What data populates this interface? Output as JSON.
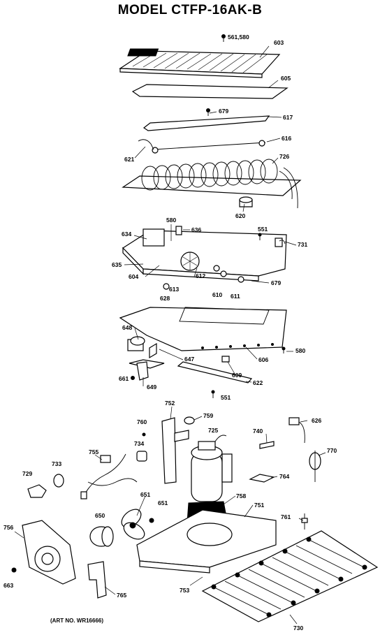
{
  "title": "MODEL CTFP-16AK-B",
  "art_no": "(ART NO. WR16666)",
  "part_labels": {
    "p561_580": "561,580",
    "p603": "603",
    "p605": "605",
    "p679a": "679",
    "p617": "617",
    "p616": "616",
    "p621": "621",
    "p726": "726",
    "p620": "620",
    "p634": "634",
    "p580a": "580",
    "p636": "636",
    "p551a": "551",
    "p731": "731",
    "p635": "635",
    "p604": "604",
    "p612": "612",
    "p613": "613",
    "p628": "628",
    "p610": "610",
    "p611": "611",
    "p679b": "679",
    "p648": "648",
    "p647": "647",
    "p606": "606",
    "p580b": "580",
    "p661": "661",
    "p649": "649",
    "p609": "609",
    "p622": "622",
    "p551b": "551",
    "p752": "752",
    "p759": "759",
    "p760": "760",
    "p725": "725",
    "p740": "740",
    "p626": "626",
    "p734": "734",
    "p755": "755",
    "p770": "770",
    "p733": "733",
    "p729": "729",
    "p764": "764",
    "p651a": "651",
    "p651b": "651",
    "p758": "758",
    "p751": "751",
    "p650": "650",
    "p761": "761",
    "p756": "756",
    "p663": "663",
    "p765": "765",
    "p753": "753",
    "p730": "730"
  }
}
